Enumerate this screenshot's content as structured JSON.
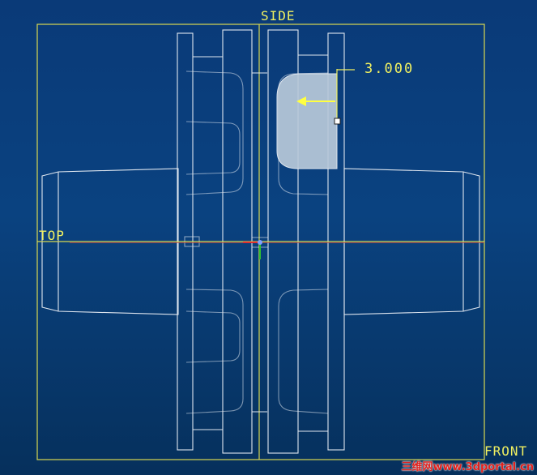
{
  "datum_planes": {
    "side": "SIDE",
    "top": "TOP",
    "front": "FRONT"
  },
  "dimension": {
    "value": "3.000"
  },
  "watermark": "三维网www.3dportal.cn",
  "colors": {
    "background_top": "#0a3a78",
    "datum": "#f0f060",
    "geometry": "#dfe6ef",
    "highlight_fill": "#b9c9d9",
    "drag_arrow": "#ffff40",
    "watermark": "#e0201c"
  },
  "icons": {
    "drag_handle": "square-handle-icon",
    "direction_arrow": "left-arrow-icon",
    "csys": "coordinate-system-icon"
  }
}
